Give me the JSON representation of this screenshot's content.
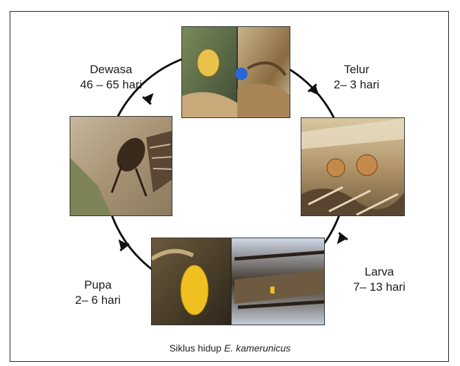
{
  "stages": [
    {
      "name": "Telur",
      "duration": "2– 3 hari"
    },
    {
      "name": "Larva",
      "duration": "7– 13 hari"
    },
    {
      "name": "Pupa",
      "duration": "2– 6 hari"
    },
    {
      "name": "Dewasa",
      "duration": "46 – 65 hari"
    }
  ],
  "caption": {
    "prefix": "Siklus hidup ",
    "species": "E. kamerunicus"
  },
  "colors": {
    "circle": "#111111",
    "arrow": "#111111",
    "frame": "#222222"
  }
}
